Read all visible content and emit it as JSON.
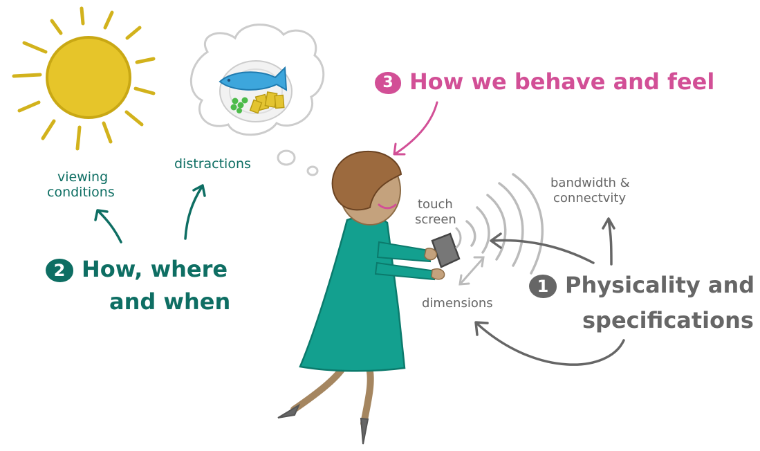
{
  "section_3": {
    "number": "3",
    "title": "How we behave and feel"
  },
  "section_2": {
    "number": "2",
    "title_line1": "How, where",
    "title_line2": "and when"
  },
  "section_1": {
    "number": "1",
    "title_line1": "Physicality and",
    "title_line2": "specifications"
  },
  "labels": {
    "viewing_line1": "viewing",
    "viewing_line2": "conditions",
    "distractions": "distractions",
    "touch_line1": "touch",
    "touch_line2": "screen",
    "bandwidth_line1": "bandwidth &",
    "bandwidth_line2": "connectvity",
    "dimensions": "dimensions"
  },
  "colors": {
    "teal": "#0e6e63",
    "pink": "#d24f96",
    "grey": "#666666",
    "sun": "#e6c52a",
    "dress": "#13a08f",
    "fish": "#3da6dc"
  }
}
